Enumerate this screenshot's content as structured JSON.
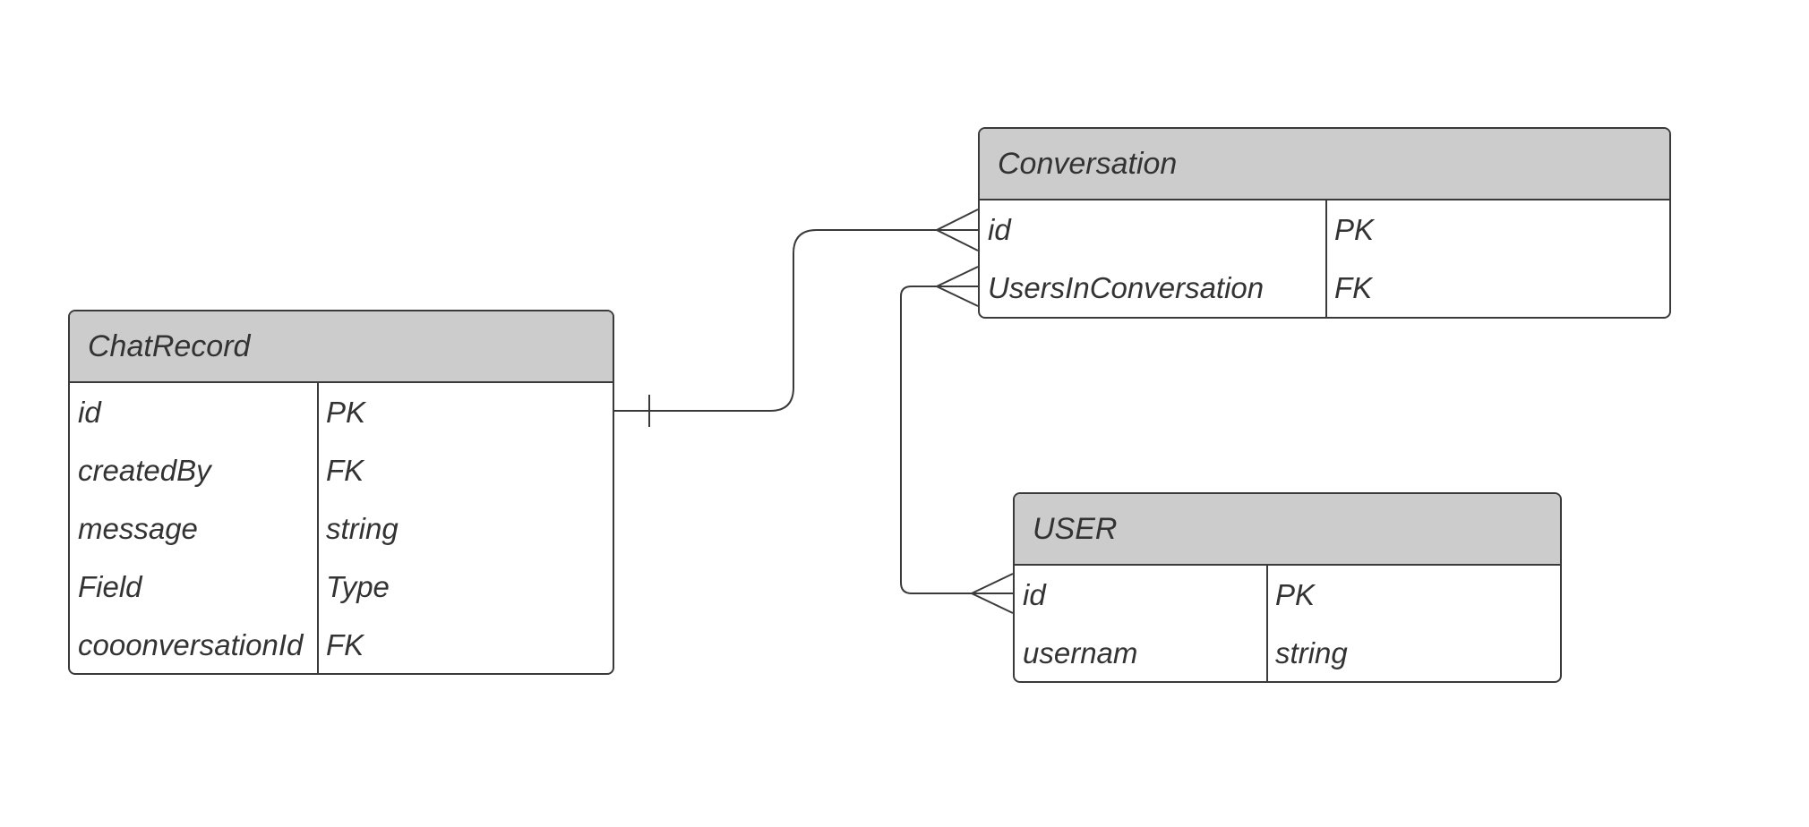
{
  "entities": {
    "chatrecord": {
      "title": "ChatRecord",
      "rows": [
        {
          "field": "id",
          "type": "PK"
        },
        {
          "field": "createdBy",
          "type": "FK"
        },
        {
          "field": "message",
          "type": "string"
        },
        {
          "field": "Field",
          "type": "Type"
        },
        {
          "field": "cooonversationId",
          "type": "FK"
        }
      ]
    },
    "conversation": {
      "title": "Conversation",
      "rows": [
        {
          "field": "id",
          "type": "PK"
        },
        {
          "field": "UsersInConversation",
          "type": "FK"
        }
      ]
    },
    "user": {
      "title": "USER",
      "rows": [
        {
          "field": "id",
          "type": "PK"
        },
        {
          "field": "usernam",
          "type": "string"
        }
      ]
    }
  },
  "relationships": [
    {
      "from": "ChatRecord",
      "to": "Conversation.id",
      "from_end": "one",
      "to_end": "many"
    },
    {
      "from": "USER.id",
      "to": "Conversation.UsersInConversation",
      "from_end": "many",
      "to_end": "many"
    }
  ],
  "colors": {
    "header_fill": "#cccccc",
    "border": "#3a3a3a",
    "text": "#333333"
  }
}
